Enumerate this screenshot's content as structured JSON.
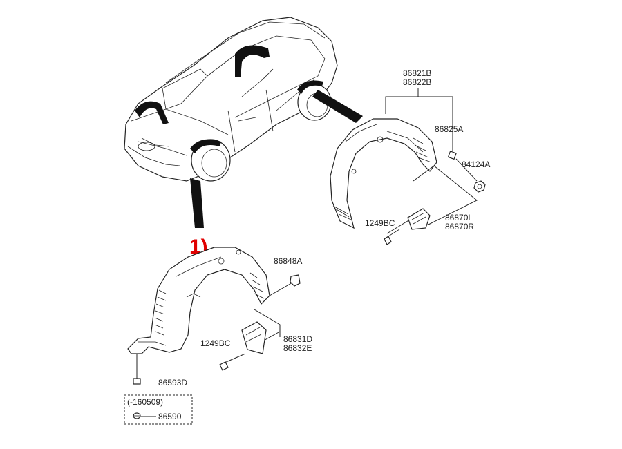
{
  "callout": "1)",
  "parts": {
    "rear_liner": [
      "86821B",
      "86822B"
    ],
    "rear_clip": "86825A",
    "rear_nut": "84124A",
    "rear_bolt": "1249BC",
    "rear_flap": [
      "86870L",
      "86870R"
    ],
    "front_clip": "86848A",
    "front_bolt": "1249BC",
    "front_flap": [
      "86831D",
      "86832E"
    ],
    "front_screw": "86593D",
    "old_fastener_period": "(-160509)",
    "old_fastener": "86590"
  },
  "icons": [
    "car-icon",
    "rear-wheel-guard-icon",
    "front-wheel-guard-icon",
    "mud-flap-icon",
    "bolt-icon",
    "clip-icon",
    "nut-icon"
  ]
}
